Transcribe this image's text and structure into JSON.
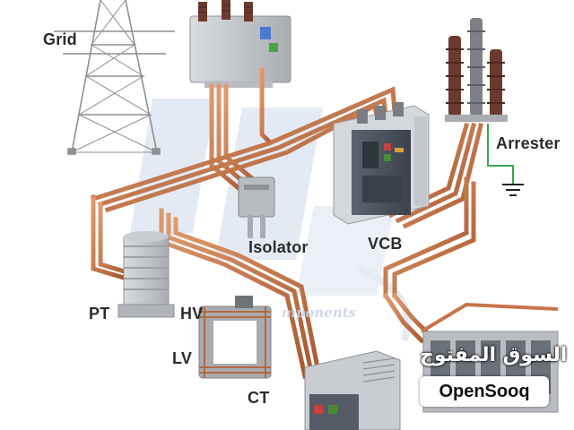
{
  "labels": {
    "grid": "Grid",
    "arrester": "Arrester",
    "isolator": "Isolator",
    "vcb": "VCB",
    "pt": "PT",
    "hv": "HV",
    "lv": "LV",
    "ct": "CT"
  },
  "watermark": {
    "text": "mponents"
  },
  "overlay": {
    "arabic_text": "السوق المفتوح",
    "brand_text": "OpenSooq"
  },
  "colors": {
    "copper": "#c8744a",
    "copper_dark": "#9a5533",
    "steel": "#c9ccd0",
    "porcelain": "#6b3a2e",
    "vcb_body": "#4d5560",
    "watermark_blue": "#cfdaea",
    "ground_green": "#3aa64a"
  }
}
